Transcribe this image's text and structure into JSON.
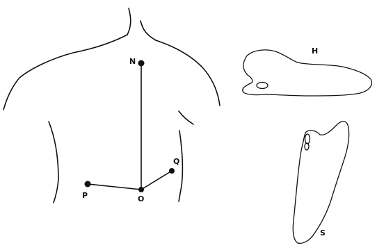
{
  "labels": {
    "n": "N",
    "o": "O",
    "p": "P",
    "q": "Q",
    "h": "H",
    "s": "S"
  }
}
